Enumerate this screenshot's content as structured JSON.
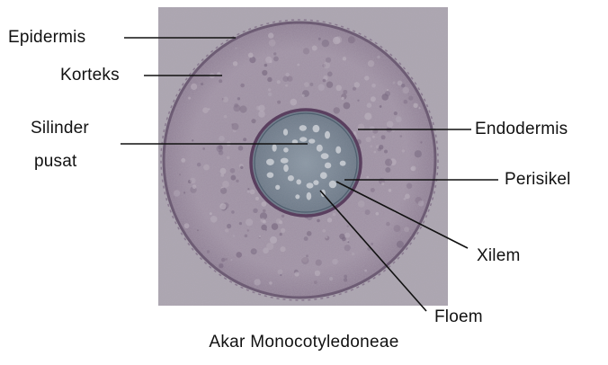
{
  "labels": {
    "epidermis": "Epidermis",
    "korteks": "Korteks",
    "silinder_line1": "Silinder",
    "silinder_line2": "pusat",
    "endodermis": "Endodermis",
    "perisikel": "Perisikel",
    "xilem": "Xilem",
    "floem": "Floem"
  },
  "caption": "Akar Monocotyledoneae",
  "colors": {
    "photo_background": "#a9a4ad",
    "cortex": "#9c8e9e",
    "epidermis_ring": "#7a6a80",
    "stele": "#70808e",
    "endodermis_ring": "#5a3f5f",
    "xylem_dots": "#c9ccd2",
    "leader_lines": "#111111"
  }
}
